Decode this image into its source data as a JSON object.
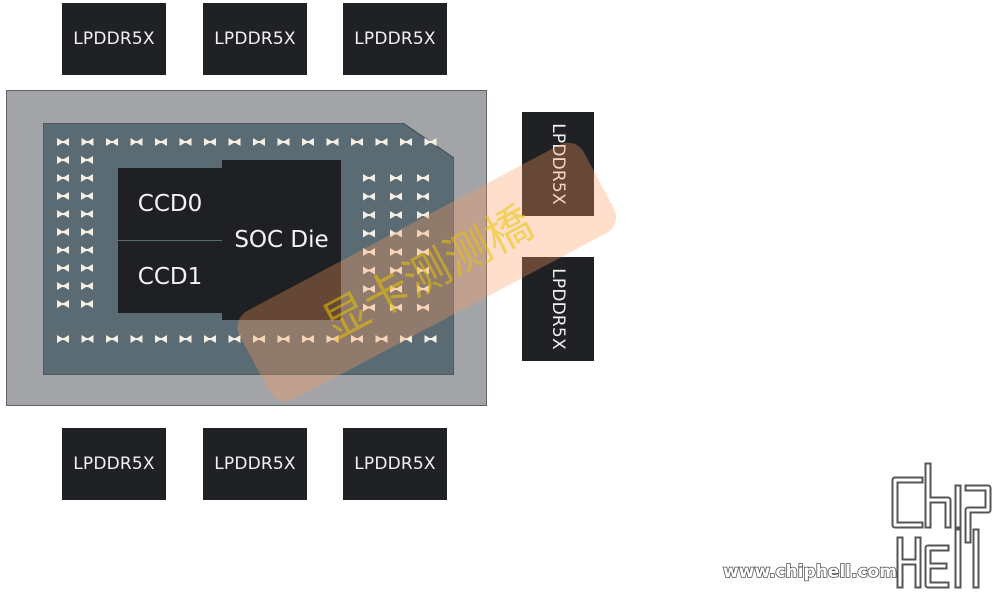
{
  "memory_modules": {
    "top": [
      "LPDDR5X",
      "LPDDR5X",
      "LPDDR5X"
    ],
    "side": [
      "LPDDR5X",
      "LPDDR5X"
    ],
    "bottom": [
      "LPDDR5X",
      "LPDDR5X",
      "LPDDR5X"
    ]
  },
  "dies": {
    "ccd0": "CCD0",
    "ccd1": "CCD1",
    "soc": "SOC Die"
  },
  "watermark": {
    "text": "显卡测测橋"
  },
  "site_watermark": {
    "url": "www.chiphell.com",
    "logo_text": "chiphell"
  },
  "colors": {
    "chip_fill": "#1f2124",
    "package_fill": "#a2a4a8",
    "substrate_fill": "#5b6b74",
    "pad_color": "#f4efe2",
    "watermark_color": "#ff9a5c"
  }
}
